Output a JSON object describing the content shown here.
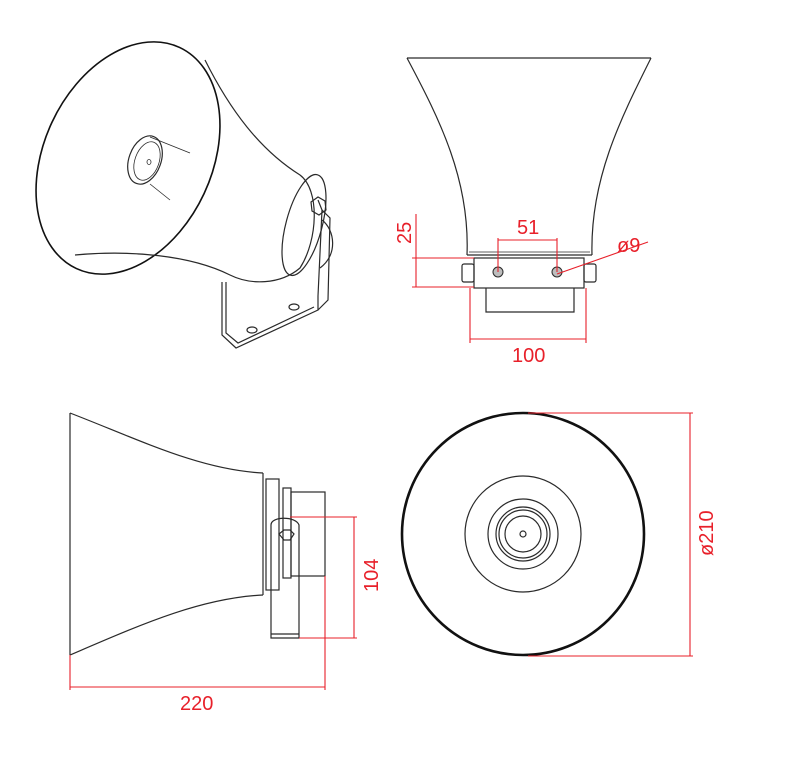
{
  "drawing": {
    "subject": "Horn speaker technical drawing",
    "views": [
      "isometric",
      "front-bracket",
      "side",
      "front-circular"
    ],
    "line_color": "#2a2a2a",
    "dimension_color": "#e8202a"
  },
  "dimensions": {
    "bracket_height": "25",
    "hole_spacing": "51",
    "hole_diameter": "ø9",
    "bracket_width": "100",
    "bracket_side_height": "104",
    "overall_length": "220",
    "mouth_diameter": "ø210"
  }
}
